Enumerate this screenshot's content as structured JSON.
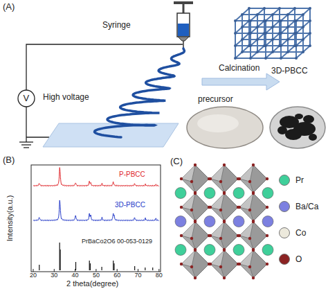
{
  "diagram": {
    "labels": [
      "(A)",
      "Syringe",
      "High voltage",
      "V",
      "Calcination",
      "3D-PBCC",
      "precursor",
      "(B)",
      "Intensity(a.u.)",
      "P-PBCC",
      "3D-PBCC",
      "PrBaCo2O6 00-053-0129",
      "20",
      "30",
      "40",
      "50",
      "60",
      "70",
      "80",
      "2 theta(degree)",
      "(C)"
    ],
    "legend": [
      {
        "text": "Pr",
        "color": "#3fcf9a"
      },
      {
        "text": "Ba/Ca",
        "color": "#7c80e0"
      },
      {
        "text": "Co",
        "color": "#ece9dc"
      },
      {
        "text": "O",
        "color": "#8b2323"
      }
    ]
  }
}
